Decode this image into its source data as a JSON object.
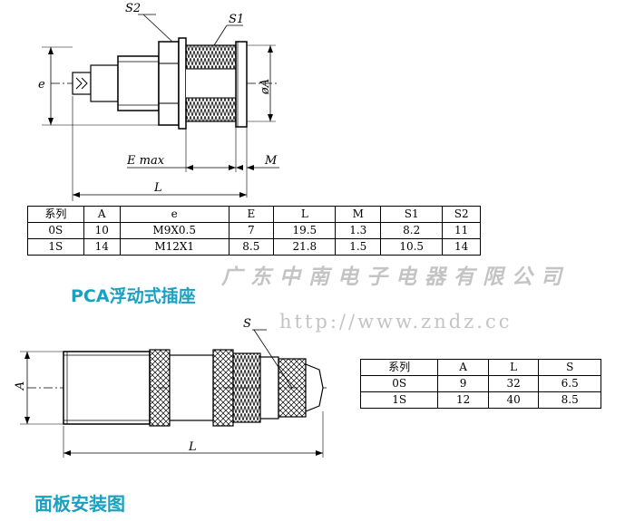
{
  "drawing1": {
    "labels": {
      "s2": "S2",
      "s1": "S1",
      "e": "e",
      "phi_a": "øA",
      "e_max": "E max",
      "m": "M",
      "l": "L"
    }
  },
  "table1": {
    "header": [
      "系列",
      "A",
      "e",
      "E",
      "L",
      "M",
      "S1",
      "S2"
    ],
    "rows": [
      [
        "0S",
        "10",
        "M9X0.5",
        "7",
        "19.5",
        "1.3",
        "8.2",
        "11"
      ],
      [
        "1S",
        "14",
        "M12X1",
        "8.5",
        "21.8",
        "1.5",
        "10.5",
        "14"
      ]
    ]
  },
  "title1": "PCA浮动式插座",
  "watermark": {
    "company": "广东中南电子电器有限公司",
    "url": "http://www.zndz.cc"
  },
  "drawing2": {
    "labels": {
      "s": "S",
      "a": "A",
      "l": "L"
    }
  },
  "table2": {
    "header": [
      "系列",
      "A",
      "L",
      "S"
    ],
    "rows": [
      [
        "0S",
        "9",
        "32",
        "6.5"
      ],
      [
        "1S",
        "12",
        "40",
        "8.5"
      ]
    ]
  },
  "title2": "面板安装图",
  "colors": {
    "accent": "#1aa0c2",
    "watermark": "#c4c4c4"
  }
}
